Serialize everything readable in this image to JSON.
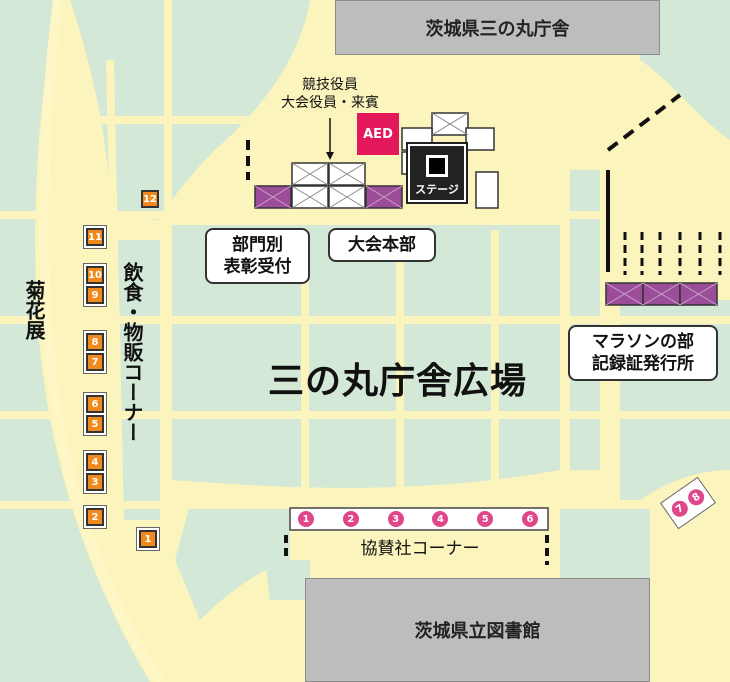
{
  "buildings": {
    "top": "茨城県三の丸庁舎",
    "bottom": "茨城県立図書館"
  },
  "plaza_name": "三の丸庁舎広場",
  "left_labels": {
    "exhibition": "菊花展",
    "food_corner": "飲食・物販コーナー"
  },
  "callouts": {
    "awards": "部門別\n表彰受付",
    "headquarters": "大会本部",
    "marathon": "マラソンの部\n記録証発行所"
  },
  "tent_label": "競技役員\n大会役員・来賓",
  "aed_label": "AED",
  "stage_label": "ステージ",
  "sponsor_label": "協賛社コーナー",
  "orange_booths": [
    "1",
    "2",
    "3",
    "4",
    "5",
    "6",
    "7",
    "8",
    "9",
    "10",
    "11",
    "12"
  ],
  "sponsor_booths": [
    "1",
    "2",
    "3",
    "4",
    "5",
    "6"
  ],
  "right_booths": [
    "7",
    "8"
  ],
  "colors": {
    "background": "#fbf4bd",
    "green": "#d3e8d6",
    "orange": "#f08a1c",
    "purple": "#9b4d9a",
    "pink": "#e0468a",
    "aed": "#e2185a"
  }
}
